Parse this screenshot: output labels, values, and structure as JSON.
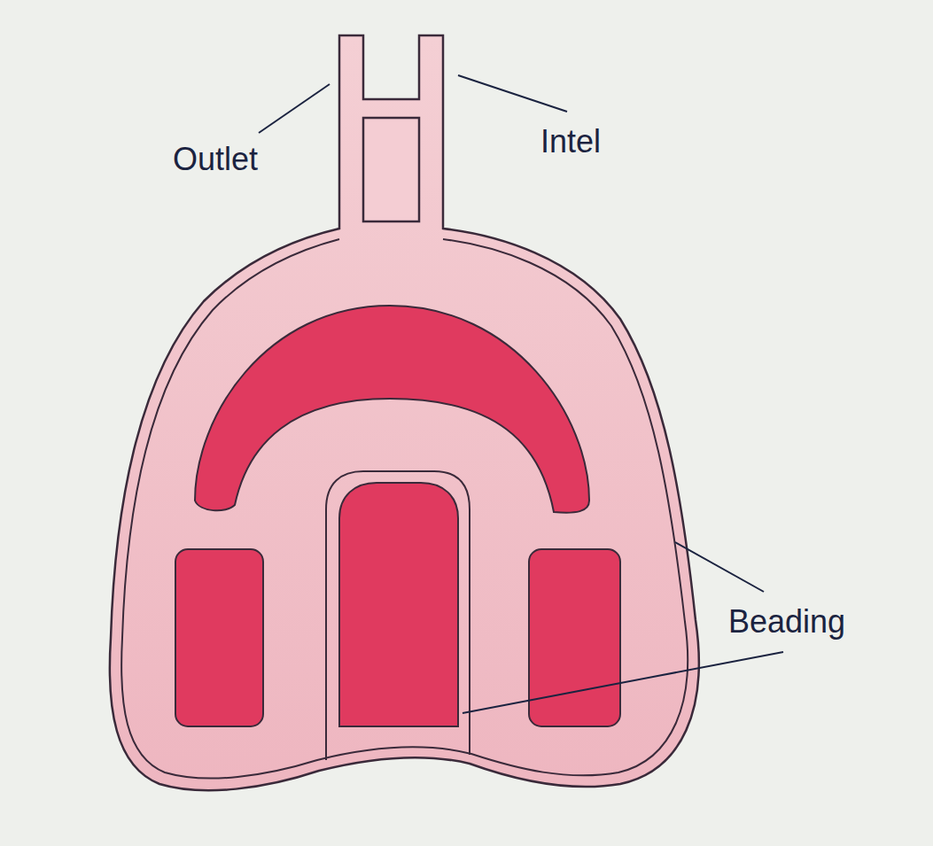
{
  "diagram": {
    "labels": [
      "Outlet",
      "Intel",
      "Beading"
    ]
  }
}
